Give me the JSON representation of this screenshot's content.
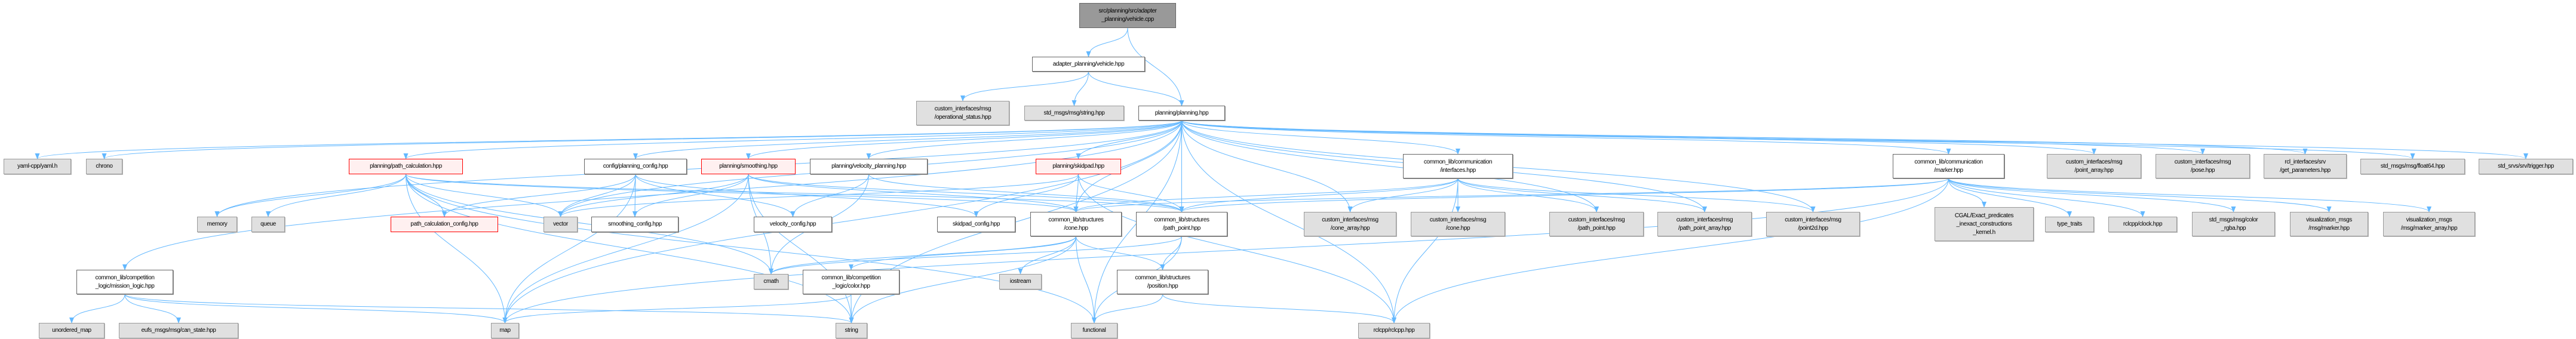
{
  "title": "src/planning/src/adapter_planning/vehicle.cpp include dependency graph",
  "colors": {
    "edge": "#63b8ff",
    "root_fill": "#999999",
    "ext_fill": "#e0e0e0",
    "red_border": "#ff0000",
    "red_fill": "#fff0f0"
  },
  "nodes": [
    {
      "id": "root",
      "label": "src/planning/src/adapter\n_planning/vehicle.cpp",
      "kind": "root"
    },
    {
      "id": "vehicle_hpp",
      "label": "adapter_planning/vehicle.hpp",
      "kind": "doc"
    },
    {
      "id": "op_status",
      "label": "custom_interfaces/msg\n/operational_status.hpp",
      "kind": "ext"
    },
    {
      "id": "string_hpp",
      "label": "std_msgs/msg/string.hpp",
      "kind": "ext"
    },
    {
      "id": "planning_hpp",
      "label": "planning/planning.hpp",
      "kind": "doc"
    },
    {
      "id": "yaml",
      "label": "yaml-cpp/yaml.h",
      "kind": "ext"
    },
    {
      "id": "chrono",
      "label": "chrono",
      "kind": "ext"
    },
    {
      "id": "path_calc",
      "label": "planning/path_calculation.hpp",
      "kind": "red"
    },
    {
      "id": "planning_config",
      "label": "config/planning_config.hpp",
      "kind": "doc"
    },
    {
      "id": "smoothing",
      "label": "planning/smoothing.hpp",
      "kind": "red"
    },
    {
      "id": "velocity_planning",
      "label": "planning/velocity_planning.hpp",
      "kind": "doc"
    },
    {
      "id": "skidpad",
      "label": "planning/skidpad.hpp",
      "kind": "red"
    },
    {
      "id": "interfaces",
      "label": "common_lib/communication\n/interfaces.hpp",
      "kind": "doc"
    },
    {
      "id": "marker",
      "label": "common_lib/communication\n/marker.hpp",
      "kind": "doc"
    },
    {
      "id": "point_array",
      "label": "custom_interfaces/msg\n/point_array.hpp",
      "kind": "ext"
    },
    {
      "id": "pose",
      "label": "custom_interfaces/msg\n/pose.hpp",
      "kind": "ext"
    },
    {
      "id": "get_params",
      "label": "rcl_interfaces/srv\n/get_parameters.hpp",
      "kind": "ext"
    },
    {
      "id": "float64",
      "label": "std_msgs/msg/float64.hpp",
      "kind": "ext"
    },
    {
      "id": "trigger",
      "label": "std_srvs/srv/trigger.hpp",
      "kind": "ext"
    },
    {
      "id": "memory",
      "label": "memory",
      "kind": "ext"
    },
    {
      "id": "queue",
      "label": "queue",
      "kind": "ext"
    },
    {
      "id": "path_calc_config",
      "label": "path_calculation_config.hpp",
      "kind": "red"
    },
    {
      "id": "vector",
      "label": "vector",
      "kind": "ext"
    },
    {
      "id": "smoothing_config",
      "label": "smoothing_config.hpp",
      "kind": "doc"
    },
    {
      "id": "velocity_config",
      "label": "velocity_config.hpp",
      "kind": "doc"
    },
    {
      "id": "skidpad_config",
      "label": "skidpad_config.hpp",
      "kind": "doc"
    },
    {
      "id": "cone_struct",
      "label": "common_lib/structures\n/cone.hpp",
      "kind": "doc"
    },
    {
      "id": "path_point_struct",
      "label": "common_lib/structures\n/path_point.hpp",
      "kind": "doc"
    },
    {
      "id": "cone_array",
      "label": "custom_interfaces/msg\n/cone_array.hpp",
      "kind": "ext"
    },
    {
      "id": "msg_cone",
      "label": "custom_interfaces/msg\n/cone.hpp",
      "kind": "ext"
    },
    {
      "id": "msg_path_point",
      "label": "custom_interfaces/msg\n/path_point.hpp",
      "kind": "ext"
    },
    {
      "id": "path_point_array",
      "label": "custom_interfaces/msg\n/path_point_array.hpp",
      "kind": "ext"
    },
    {
      "id": "point2d",
      "label": "custom_interfaces/msg\n/point2d.hpp",
      "kind": "ext"
    },
    {
      "id": "cgal",
      "label": "CGAL/Exact_predicates\n_inexact_constructions\n_kernel.h",
      "kind": "ext"
    },
    {
      "id": "type_traits",
      "label": "type_traits",
      "kind": "ext"
    },
    {
      "id": "clock",
      "label": "rclcpp/clock.hpp",
      "kind": "ext"
    },
    {
      "id": "color_rgba",
      "label": "std_msgs/msg/color\n_rgba.hpp",
      "kind": "ext"
    },
    {
      "id": "vis_marker",
      "label": "visualization_msgs\n/msg/marker.hpp",
      "kind": "ext"
    },
    {
      "id": "marker_array",
      "label": "visualization_msgs\n/msg/marker_array.hpp",
      "kind": "ext"
    },
    {
      "id": "mission_logic",
      "label": "common_lib/competition\n_logic/mission_logic.hpp",
      "kind": "doc"
    },
    {
      "id": "cmath",
      "label": "cmath",
      "kind": "ext"
    },
    {
      "id": "color",
      "label": "common_lib/competition\n_logic/color.hpp",
      "kind": "doc"
    },
    {
      "id": "iostream",
      "label": "iostream",
      "kind": "ext"
    },
    {
      "id": "position",
      "label": "common_lib/structures\n/position.hpp",
      "kind": "doc"
    },
    {
      "id": "unordered_map",
      "label": "unordered_map",
      "kind": "ext"
    },
    {
      "id": "can_state",
      "label": "eufs_msgs/msg/can_state.hpp",
      "kind": "ext"
    },
    {
      "id": "map",
      "label": "map",
      "kind": "ext"
    },
    {
      "id": "string",
      "label": "string",
      "kind": "ext"
    },
    {
      "id": "functional",
      "label": "functional",
      "kind": "ext"
    },
    {
      "id": "rclcpp",
      "label": "rclcpp/rclcpp.hpp",
      "kind": "ext"
    }
  ],
  "edges": [
    [
      "root",
      "vehicle_hpp"
    ],
    [
      "root",
      "planning_hpp"
    ],
    [
      "vehicle_hpp",
      "op_status"
    ],
    [
      "vehicle_hpp",
      "string_hpp"
    ],
    [
      "vehicle_hpp",
      "planning_hpp"
    ],
    [
      "planning_hpp",
      "yaml"
    ],
    [
      "planning_hpp",
      "chrono"
    ],
    [
      "planning_hpp",
      "mission_logic"
    ],
    [
      "planning_hpp",
      "memory"
    ],
    [
      "planning_hpp",
      "path_calc"
    ],
    [
      "planning_hpp",
      "planning_config"
    ],
    [
      "planning_hpp",
      "smoothing"
    ],
    [
      "planning_hpp",
      "velocity_planning"
    ],
    [
      "planning_hpp",
      "skidpad"
    ],
    [
      "planning_hpp",
      "cone_struct"
    ],
    [
      "planning_hpp",
      "path_point_struct"
    ],
    [
      "planning_hpp",
      "interfaces"
    ],
    [
      "planning_hpp",
      "marker"
    ],
    [
      "planning_hpp",
      "cone_array"
    ],
    [
      "planning_hpp",
      "msg_path_point"
    ],
    [
      "planning_hpp",
      "path_point_array"
    ],
    [
      "planning_hpp",
      "point2d"
    ],
    [
      "planning_hpp",
      "point_array"
    ],
    [
      "planning_hpp",
      "pose"
    ],
    [
      "planning_hpp",
      "get_params"
    ],
    [
      "planning_hpp",
      "float64"
    ],
    [
      "planning_hpp",
      "trigger"
    ],
    [
      "planning_hpp",
      "vector"
    ],
    [
      "planning_hpp",
      "string"
    ],
    [
      "planning_hpp",
      "functional"
    ],
    [
      "planning_hpp",
      "map"
    ],
    [
      "planning_hpp",
      "rclcpp"
    ],
    [
      "path_calc",
      "memory"
    ],
    [
      "path_calc",
      "queue"
    ],
    [
      "path_calc",
      "path_calc_config"
    ],
    [
      "path_calc",
      "vector"
    ],
    [
      "path_calc",
      "cone_struct"
    ],
    [
      "path_calc",
      "path_point_struct"
    ],
    [
      "path_calc",
      "map"
    ],
    [
      "path_calc",
      "cmath"
    ],
    [
      "path_calc",
      "string"
    ],
    [
      "path_calc",
      "functional"
    ],
    [
      "planning_config",
      "path_calc_config"
    ],
    [
      "planning_config",
      "smoothing_config"
    ],
    [
      "planning_config",
      "velocity_config"
    ],
    [
      "planning_config",
      "skidpad_config"
    ],
    [
      "planning_config",
      "vector"
    ],
    [
      "planning_config",
      "map"
    ],
    [
      "smoothing",
      "smoothing_config"
    ],
    [
      "smoothing",
      "cone_struct"
    ],
    [
      "smoothing",
      "path_point_struct"
    ],
    [
      "smoothing",
      "cmath"
    ],
    [
      "smoothing",
      "map"
    ],
    [
      "smoothing",
      "string"
    ],
    [
      "smoothing",
      "vector"
    ],
    [
      "velocity_planning",
      "velocity_config"
    ],
    [
      "velocity_planning",
      "path_point_struct"
    ],
    [
      "velocity_planning",
      "cmath"
    ],
    [
      "skidpad",
      "skidpad_config"
    ],
    [
      "skidpad",
      "cone_struct"
    ],
    [
      "skidpad",
      "path_point_struct"
    ],
    [
      "skidpad",
      "vector"
    ],
    [
      "skidpad",
      "rclcpp"
    ],
    [
      "cone_struct",
      "cmath"
    ],
    [
      "cone_struct",
      "color"
    ],
    [
      "cone_struct",
      "iostream"
    ],
    [
      "cone_struct",
      "position"
    ],
    [
      "cone_struct",
      "functional"
    ],
    [
      "cone_struct",
      "string"
    ],
    [
      "path_point_struct",
      "position"
    ],
    [
      "path_point_struct",
      "functional"
    ],
    [
      "path_point_struct",
      "cmath"
    ],
    [
      "position",
      "functional"
    ],
    [
      "position",
      "rclcpp"
    ],
    [
      "color",
      "string"
    ],
    [
      "color",
      "map"
    ],
    [
      "mission_logic",
      "unordered_map"
    ],
    [
      "mission_logic",
      "can_state"
    ],
    [
      "mission_logic",
      "map"
    ],
    [
      "mission_logic",
      "string"
    ],
    [
      "interfaces",
      "cone_array"
    ],
    [
      "interfaces",
      "msg_cone"
    ],
    [
      "interfaces",
      "msg_path_point"
    ],
    [
      "interfaces",
      "path_point_array"
    ],
    [
      "interfaces",
      "point2d"
    ],
    [
      "interfaces",
      "rclcpp"
    ],
    [
      "interfaces",
      "cone_struct"
    ],
    [
      "interfaces",
      "path_point_struct"
    ],
    [
      "marker",
      "cgal"
    ],
    [
      "marker",
      "type_traits"
    ],
    [
      "marker",
      "clock"
    ],
    [
      "marker",
      "color_rgba"
    ],
    [
      "marker",
      "vis_marker"
    ],
    [
      "marker",
      "marker_array"
    ],
    [
      "marker",
      "cone_struct"
    ],
    [
      "marker",
      "path_point_struct"
    ],
    [
      "marker",
      "map"
    ],
    [
      "marker",
      "rclcpp"
    ]
  ]
}
